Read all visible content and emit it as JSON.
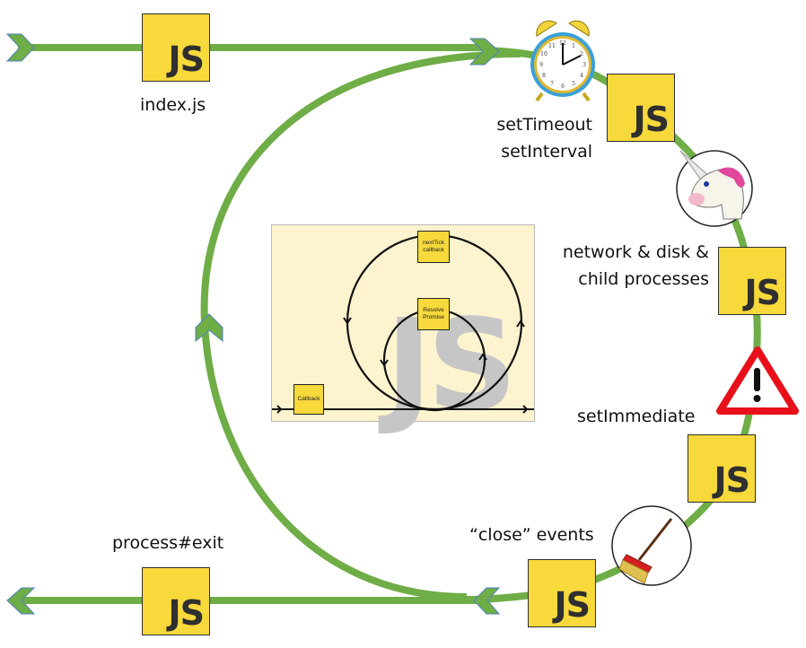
{
  "diagram": {
    "title": "Node.js event loop phases",
    "colors": {
      "loop_line": "#6fad47",
      "arrow_fill": "#6fad47",
      "arrow_stroke": "#4f81bd",
      "js_badge": "#f7d93c",
      "js_text": "#2f2f2f",
      "inset_bg": "#fdf3cf",
      "warning_red": "#e8101a"
    },
    "js_badge_text": "JS",
    "entry": {
      "label": "index.js",
      "icon": "js-badge"
    },
    "phases": [
      {
        "id": "timers",
        "label_lines": [
          "setTimeout",
          "setInterval"
        ],
        "icon": "alarm-clock-icon"
      },
      {
        "id": "poll",
        "label_lines": [
          "network & disk &",
          "child processes"
        ],
        "icon": "unicorn-icon"
      },
      {
        "id": "check",
        "label_lines": [
          "setImmediate"
        ],
        "icon": "warning-icon"
      },
      {
        "id": "close",
        "label_lines": [
          "“close” events"
        ],
        "icon": "broom-icon"
      }
    ],
    "exit": {
      "label": "process#exit",
      "icon": "js-badge"
    },
    "inset": {
      "watermark": "JS",
      "boxes": {
        "callback": "Callback",
        "nexttick_line1": "nextTick",
        "nexttick_line2": "callback",
        "promise_line1": "Resolve",
        "promise_line2": "Promise"
      }
    }
  }
}
